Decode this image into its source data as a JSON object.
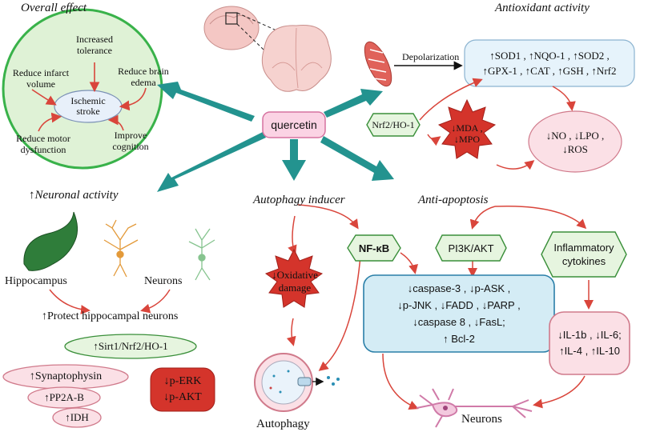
{
  "titles": {
    "overall_effect": "Overall effect",
    "antioxidant_activity": "Antioxidant activity",
    "neuronal_activity": "↑Neuronal activity",
    "autophagy_inducer": "Autophagy inducer",
    "anti_apoptosis": "Anti-apoptosis"
  },
  "center": {
    "label": "quercetin"
  },
  "overall": {
    "center_line1": "Ischemic",
    "center_line2": "stroke",
    "increased_tolerance": [
      "Increased",
      "tolerance"
    ],
    "reduce_brain_edema": [
      "Reduce brain",
      "edema"
    ],
    "reduce_infarct_volume": [
      "Reduce infarct",
      "volume"
    ],
    "reduce_motor_dysfunction": [
      "Reduce motor",
      "dysfunction"
    ],
    "improve_cognition": [
      "Improve",
      "cognition"
    ]
  },
  "antioxidant": {
    "depolarization": "Depolarization",
    "enzymes_line1": "↑SOD1 , ↑NQO-1 , ↑SOD2 ,",
    "enzymes_line2": "↑GPX-1 , ↑CAT , ↑GSH , ↑Nrf2",
    "nrf2_ho1": "Nrf2/HO-1",
    "mda_mpo": [
      "↓MDA ,",
      "↓MPO"
    ],
    "no_lpo_ros": [
      "↓NO , ↓LPO ,",
      "↓ROS"
    ]
  },
  "neuronal": {
    "hippocampus": "Hippocampus",
    "neurons": "Neurons",
    "protect": "↑Protect hippocampal neurons",
    "sirt1": "↑Sirt1/Nrf2/HO-1",
    "synaptophysin": "↑Synaptophysin",
    "pp2a": "↑PP2A-B",
    "idh": "↑IDH",
    "perk_pakt": [
      "↓p-ERK",
      "↓p-AKT"
    ]
  },
  "autophagy": {
    "oxidative_damage": [
      "↓Oxidative",
      "damage"
    ],
    "nfkb": "NF-κB",
    "autophagy_label": "Autophagy"
  },
  "apoptosis": {
    "pi3k": "PI3K/AKT",
    "inflammatory": [
      "Inflammatory",
      "cytokines"
    ],
    "caspase_lines": [
      "↓caspase-3 , ↓p-ASK ,",
      "↓p-JNK , ↓FADD , ↓PARP ,",
      "↓caspase 8 , ↓FasL;",
      "↑ Bcl-2"
    ],
    "il_lines": [
      "↓IL-1b , ↓IL-6;",
      "↑IL-4 , ↑IL-10"
    ],
    "neurons_label": "Neurons"
  },
  "colors": {
    "teal_arrow": "#23938f",
    "red_arrow": "#d9453b",
    "green_circle": "#dff2d6",
    "green_circle_border": "#39b24a",
    "red_star": "#d4342b",
    "blue_box": "#d4ecf5",
    "pink_box": "#fbe0e6"
  }
}
